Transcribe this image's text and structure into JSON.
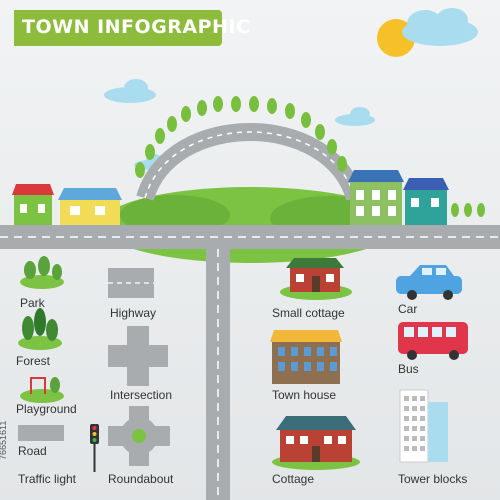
{
  "title": "TOWN INFOGRAPHIC",
  "watermark": "76651611",
  "legend": {
    "park": "Park",
    "highway": "Highway",
    "small_cottage": "Small cottage",
    "car": "Car",
    "forest": "Forest",
    "town_house": "Town house",
    "bus": "Bus",
    "playground": "Playground",
    "intersection": "Intersection",
    "road": "Road",
    "cottage": "Cottage",
    "tower_blocks": "Tower blocks",
    "traffic_light": "Traffic light",
    "roundabout": "Roundabout"
  },
  "colors": {
    "title_bg": "#8dbb3c",
    "road": "#a8acaf",
    "grass": "#7cc243",
    "sky_cloud": "#a9dcef",
    "sun": "#f5c028"
  }
}
